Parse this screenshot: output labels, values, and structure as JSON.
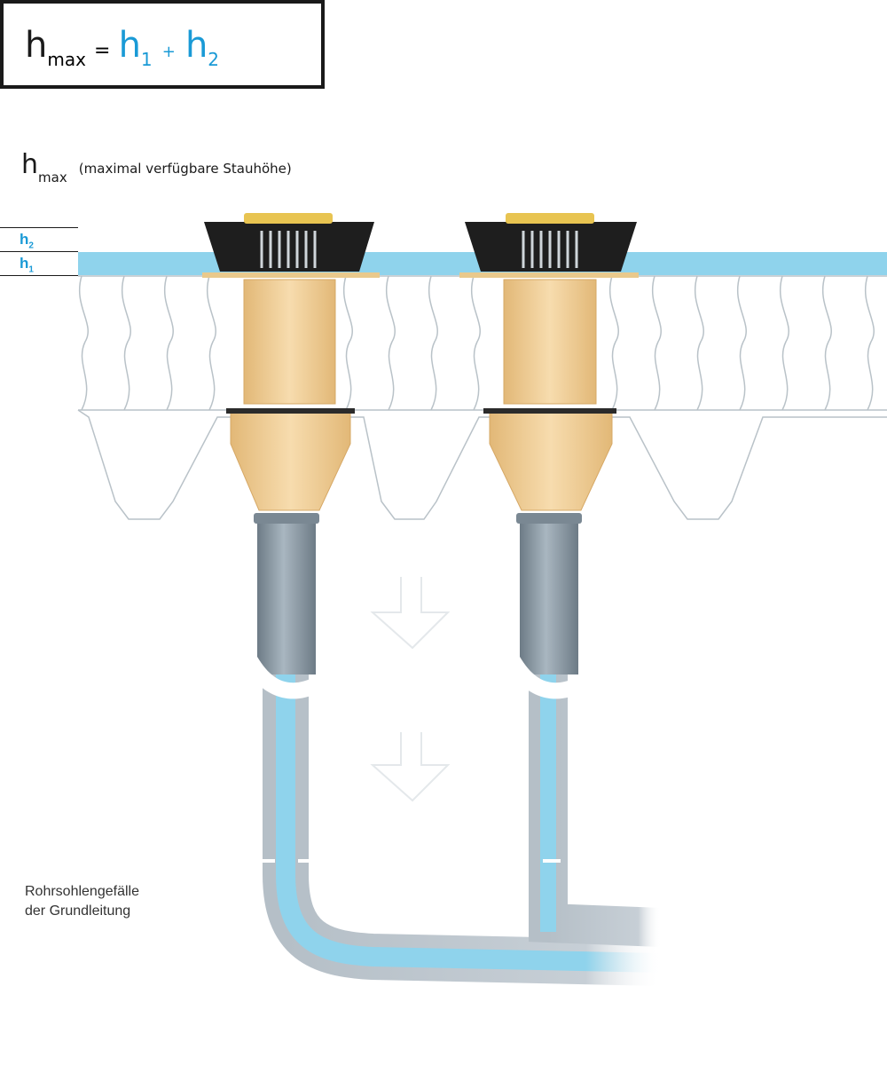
{
  "formula": {
    "lhs": "h",
    "lhs_sub": "max",
    "equals": "=",
    "term1": "h",
    "term1_sub": "1",
    "plus": "+",
    "term2": "h",
    "term2_sub": "2"
  },
  "hmax_label": {
    "symbol": "h",
    "sub": "max",
    "description": "(maximal verfügbare Stauhöhe)"
  },
  "side_labels": {
    "h2": "h",
    "h2_sub": "2",
    "h1": "h",
    "h1_sub": "1"
  },
  "pipe_grade_label": {
    "line1": "Rohrsohlengefälle",
    "line2": "der Grundleitung"
  },
  "colors": {
    "water": "#8fd3ec",
    "accent_text": "#1a9ad6",
    "drain_body": "#f0d09a",
    "pipe_gray": "#8796a3",
    "grate": "#1e1e1e"
  }
}
